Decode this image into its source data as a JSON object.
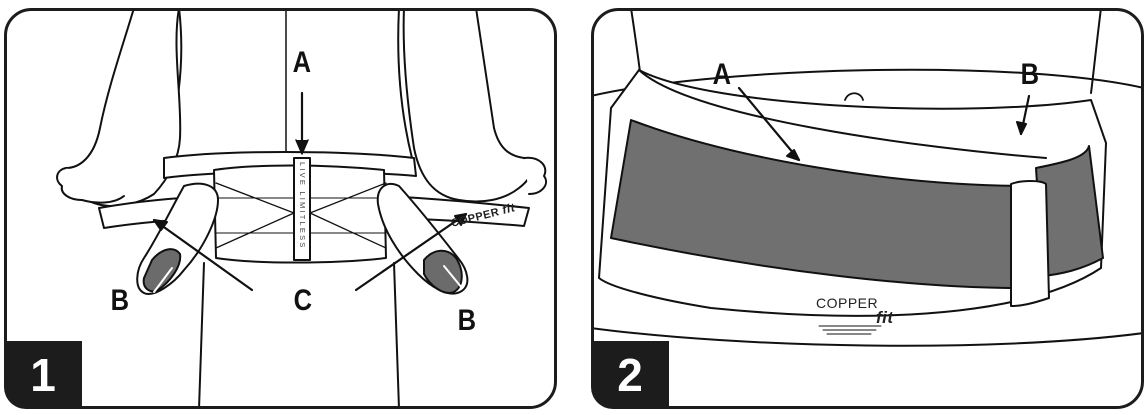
{
  "panels": [
    {
      "number": "1",
      "labels": {
        "a": "A",
        "b_left": "B",
        "b_right": "B",
        "c": "C"
      },
      "belt_text": "LIVE LIMITLESS",
      "brand_top": "COPPER",
      "brand_bottom": "fit"
    },
    {
      "number": "2",
      "labels": {
        "a": "A",
        "b": "B"
      },
      "brand_top": "COPPER",
      "brand_bottom": "fit"
    }
  ]
}
